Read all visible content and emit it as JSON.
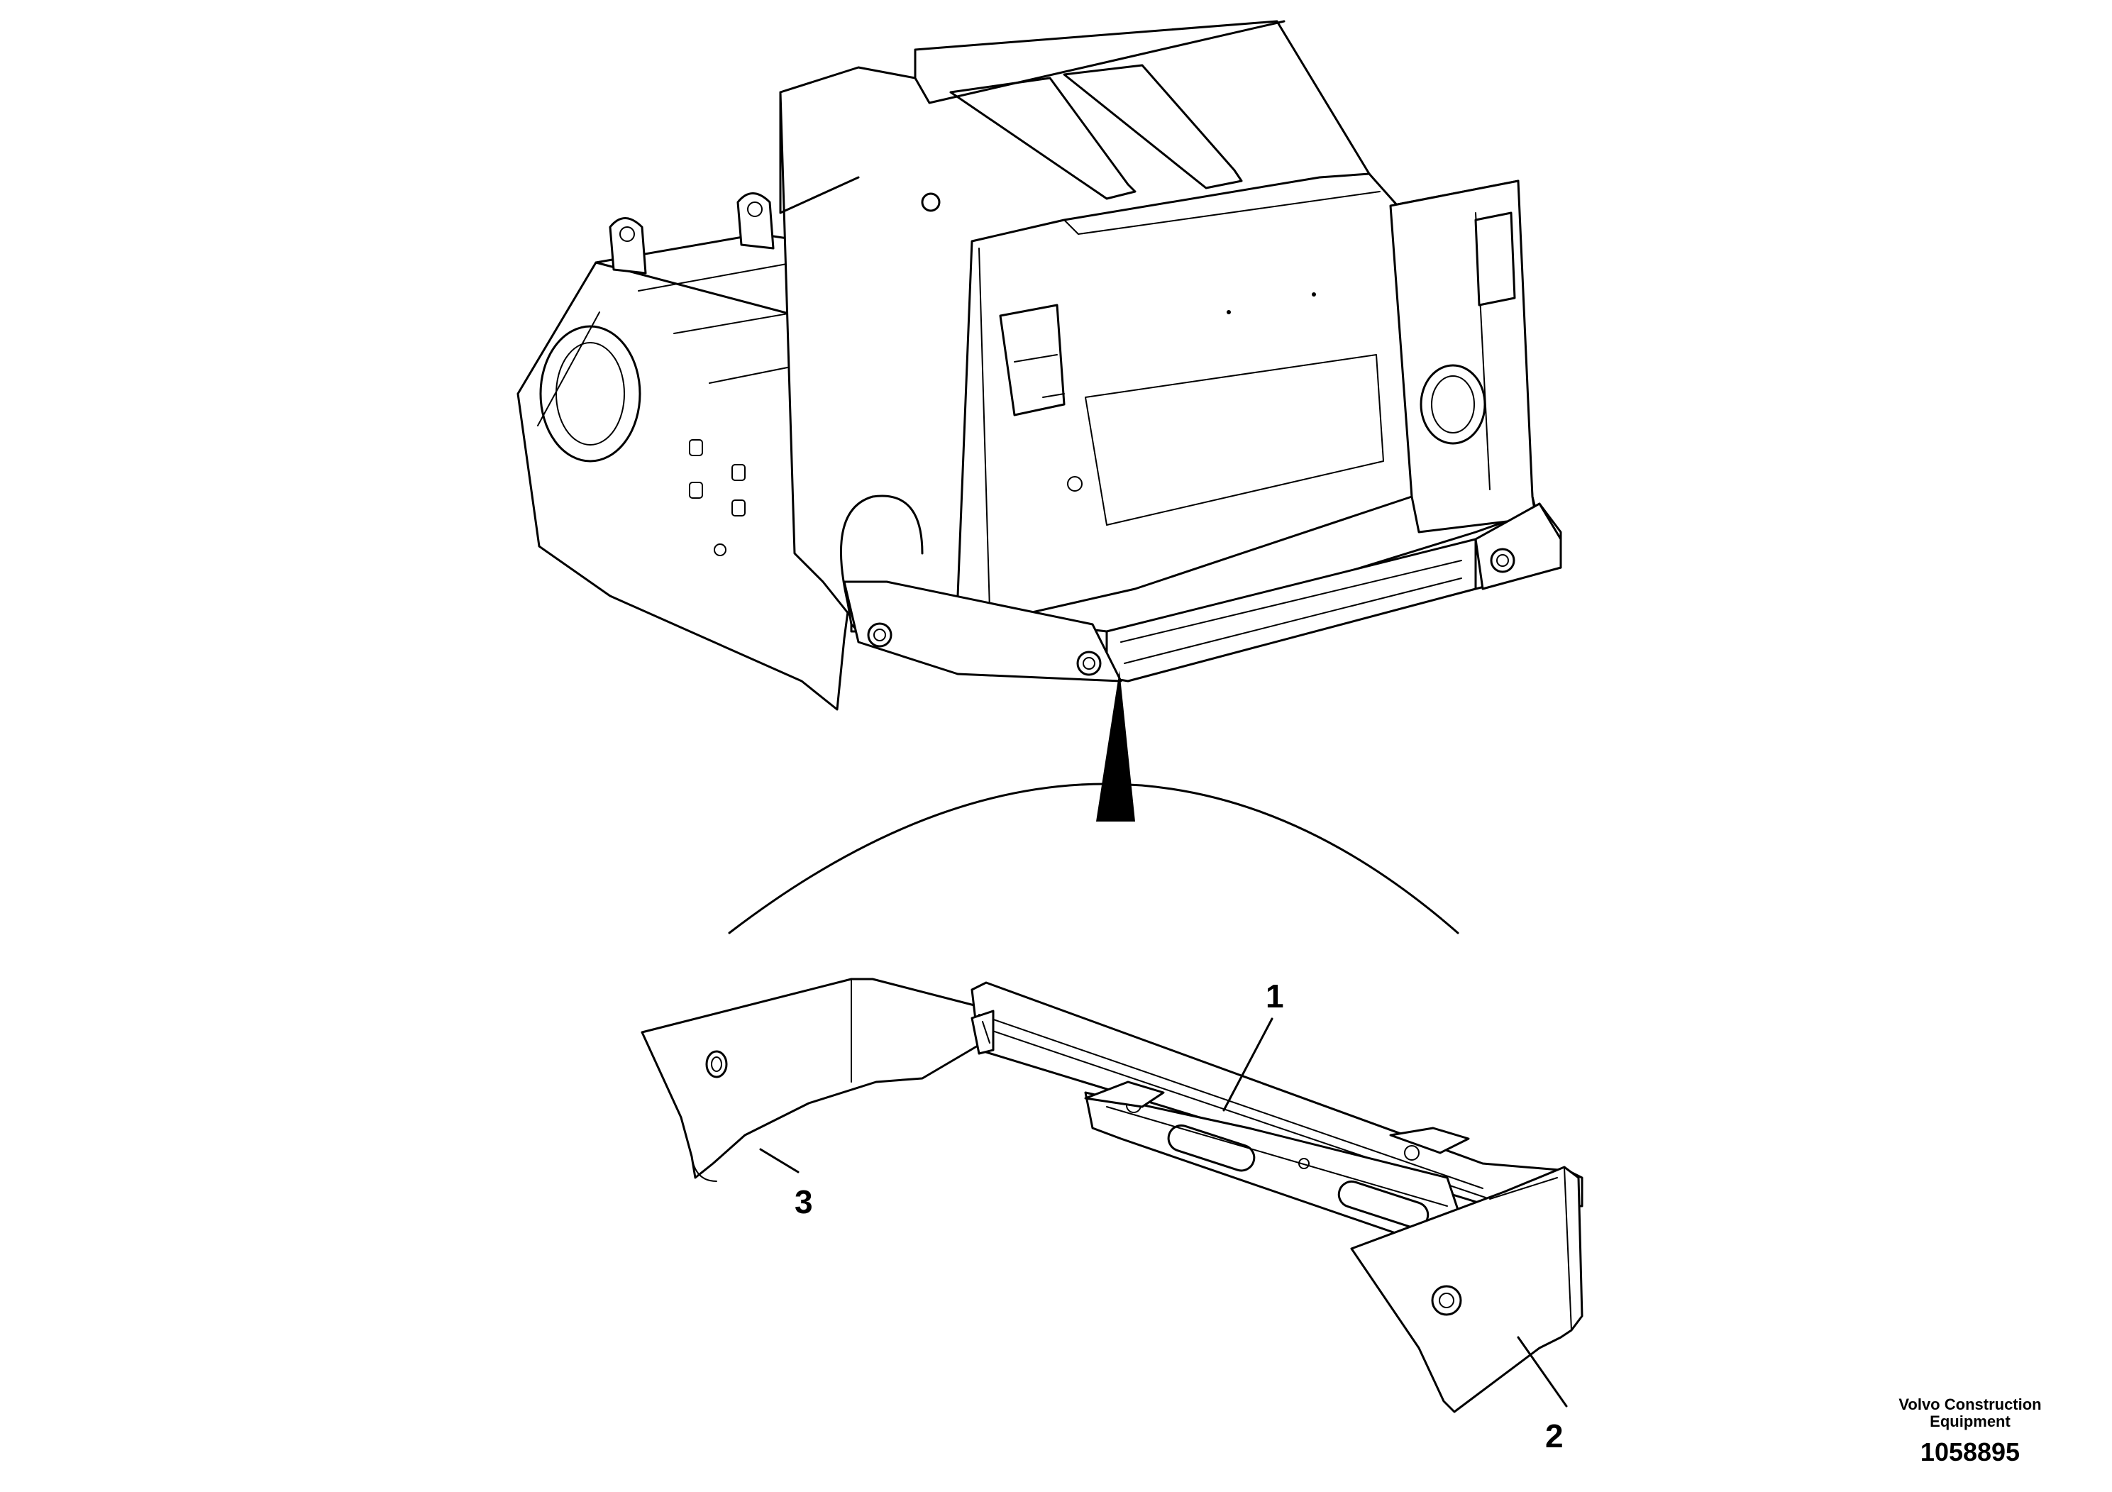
{
  "callouts": [
    {
      "label": "1"
    },
    {
      "label": "2"
    },
    {
      "label": "3"
    }
  ],
  "footer": {
    "brand": "Volvo Construction Equipment",
    "drawing_number": "1058895"
  }
}
